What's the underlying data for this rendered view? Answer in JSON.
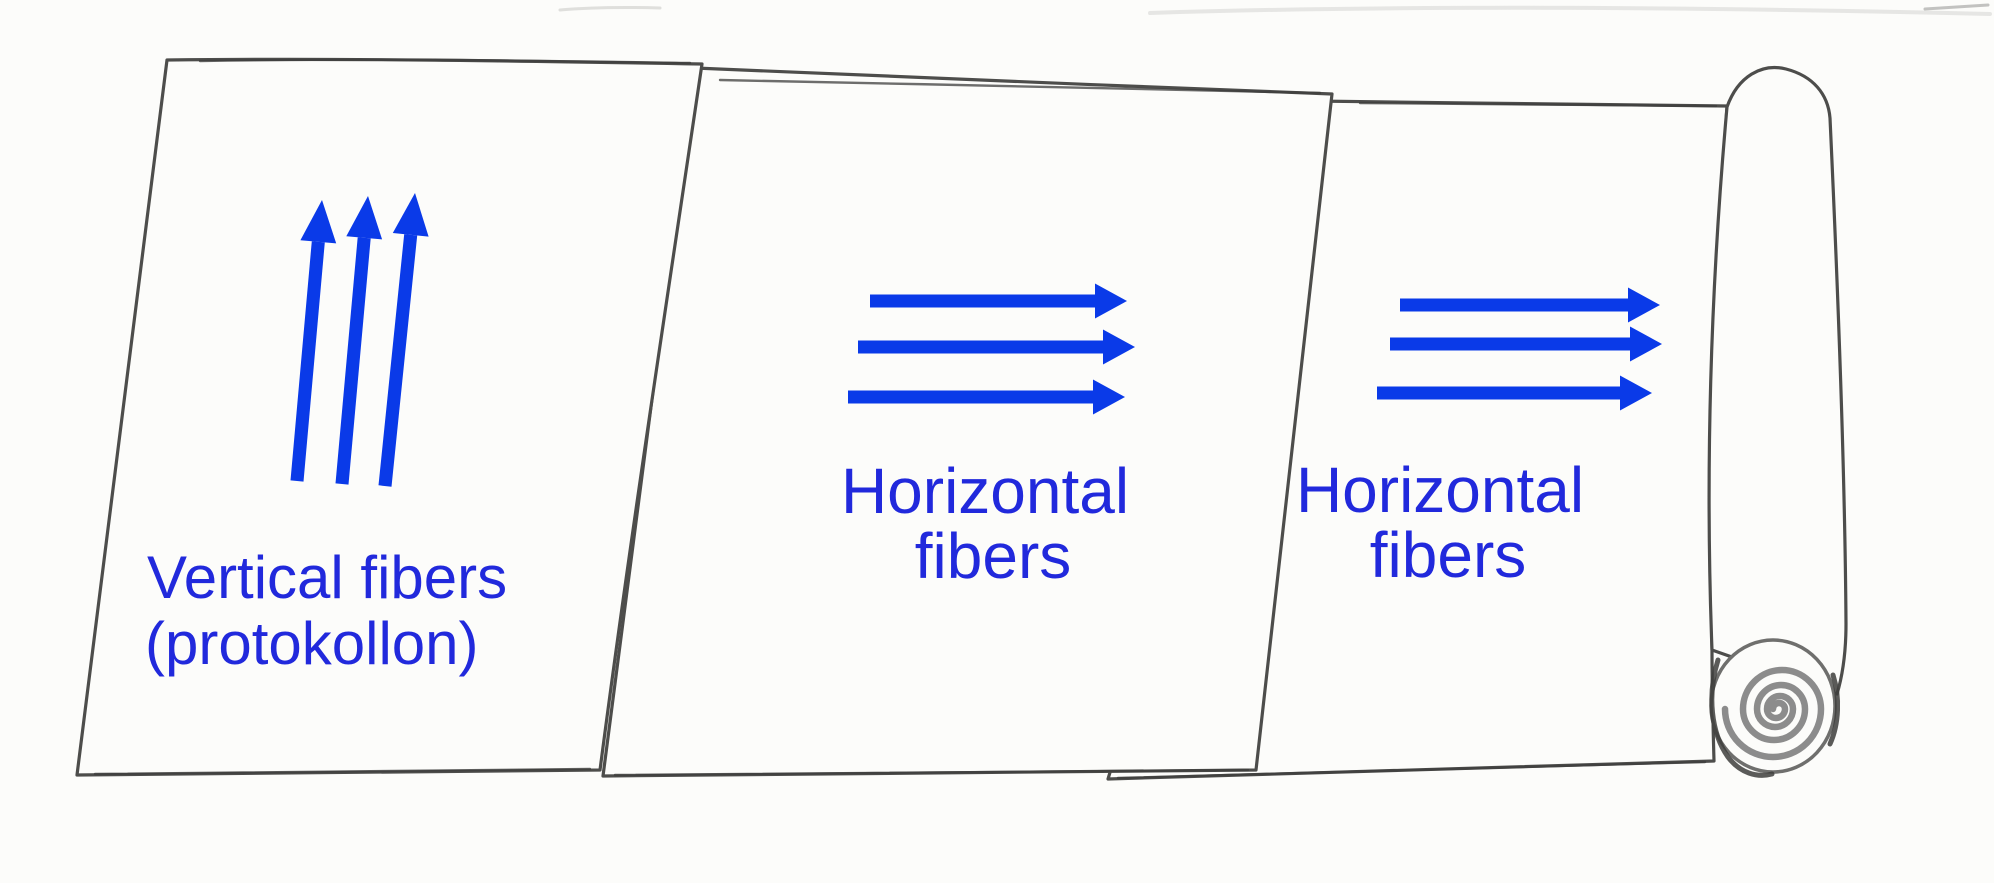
{
  "figure": {
    "description": "Hand-drawn sketch of a papyrus scroll made of three pasted sheets, partly unrolled with a coiled roll at the right end",
    "background": "#fcfcfa"
  },
  "colors": {
    "arrow_blue": "#0a3ae8",
    "text_blue": "#2129dc",
    "line_gray": "#4d4d4b",
    "dark_gray": "#3e3e3c",
    "disc_gray": "#6f6f6d",
    "spiral_gray": "#8c8c8c",
    "artifact_blue": "#aab8f0"
  },
  "sheets": [
    {
      "id": "sheet-1",
      "fiber_direction": "vertical",
      "arrow_count": 3,
      "label_lines": [
        "Vertical fibers",
        "(protokollon)"
      ]
    },
    {
      "id": "sheet-2",
      "fiber_direction": "horizontal",
      "arrow_count": 3,
      "label_lines": [
        "Horizontal",
        "fibers"
      ]
    },
    {
      "id": "sheet-3",
      "fiber_direction": "horizontal",
      "arrow_count": 3,
      "label_lines": [
        "Horizontal",
        "fibers"
      ]
    }
  ],
  "roll": {
    "description": "rolled-up end of the scroll with spiral coil cross-section"
  }
}
